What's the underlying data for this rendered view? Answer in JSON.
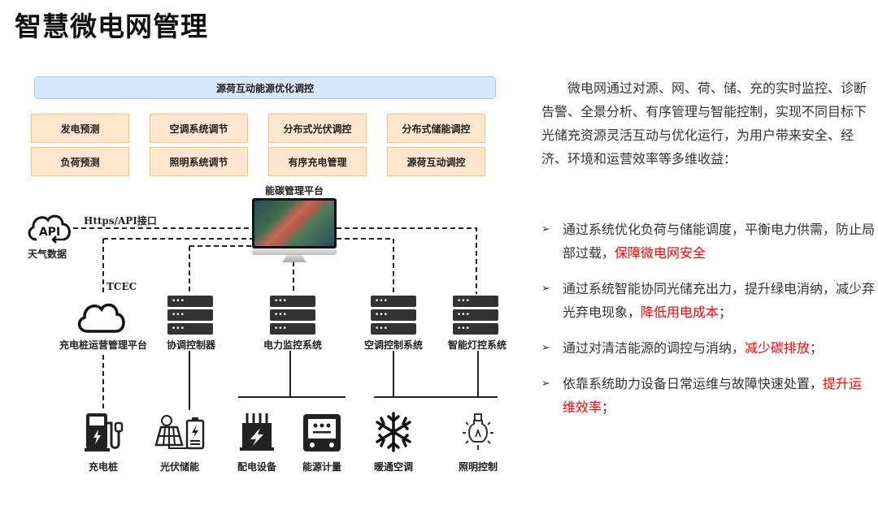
{
  "title": "智慧微电网管理",
  "diagram": {
    "top_bar": "源荷互动能源优化调控",
    "functions": [
      [
        "发电预测",
        "空调系统调节",
        "分布式光伏调控",
        "分布式储能调控"
      ],
      [
        "负荷预测",
        "照明系统调节",
        "有序充电管理",
        "源荷互动调控"
      ]
    ],
    "platform_label": "能碳管理平台",
    "api_icon_text": "API",
    "weather_label": "天气数据",
    "https_label": "Https/API接口",
    "tcec_label": "TCEC",
    "systems": {
      "charging_platform": "充电桩运营管理平台",
      "coordinator": "协调控制器",
      "power_monitor": "电力监控系统",
      "hvac_control": "空调控制系统",
      "lighting_control": "智能灯控系统"
    },
    "devices": {
      "charger": "充电桩",
      "pv_storage": "光伏储能",
      "distribution": "配电设备",
      "metering": "能源计量",
      "hvac": "暖通空调",
      "lighting": "照明控制"
    }
  },
  "description": "微电网通过对源、网、荷、储、充的实时监控、诊断告警、全景分析、有序管理与智能控制，实现不同目标下光储充资源灵活互动与优化运行，为用户带来安全、经济、环境和运营效率等多维收益：",
  "bullets": [
    {
      "text": "通过系统优化负荷与储能调度，平衡电力供需，防止局部过载，",
      "highlight": "保障微电网安全",
      "tail": ""
    },
    {
      "text": "通过系统智能协同光储充出力，提升绿电消纳，减少弃光弃电现象，",
      "highlight": "降低用电成本",
      "tail": "；"
    },
    {
      "text": "通过对清洁能源的调控与消纳，",
      "highlight": "减少碳排放",
      "tail": "；"
    },
    {
      "text": "依靠系统助力设备日常运维与故障快速处置，",
      "highlight": "提升运维效率",
      "tail": "；"
    }
  ],
  "bullet_marker": "➢",
  "colors": {
    "highlight": "#ff0000",
    "top_bar_bg": "#dae8fc",
    "func_box_bg": "#ffe6cc",
    "func_box_border": "#f2c47d"
  }
}
